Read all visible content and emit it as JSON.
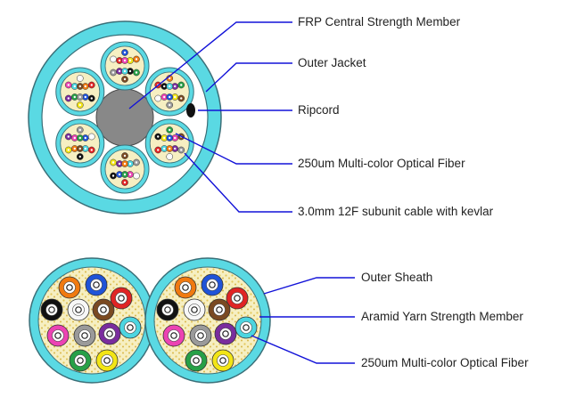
{
  "top_labels": {
    "frp": "FRP Central Strength Member",
    "jacket": "Outer Jacket",
    "ripcord": "Ripcord",
    "fiber": "250um Multi-color Optical Fiber",
    "subunit": "3.0mm 12F subunit cable with kevlar"
  },
  "bottom_labels": {
    "sheath": "Outer Sheath",
    "aramid": "Aramid Yarn Strength Member",
    "fiber": "250um Multi-color Optical Fiber"
  },
  "colors": {
    "sheath": "#5ad9e3",
    "outline": "#3a6f78",
    "core": "#888888",
    "leader": "#1212d8",
    "fiber_colors": [
      "#1f53d8",
      "#f07a10",
      "#27a047",
      "#7a4a22",
      "#9a9a9a",
      "#f7f7f7",
      "#e02424",
      "#111111",
      "#f2e515",
      "#7a2c9e",
      "#ec43b3",
      "#4cd5e0"
    ]
  },
  "icons": [
    "cable-cross-section-icon",
    "figure-eight-cable-icon"
  ]
}
